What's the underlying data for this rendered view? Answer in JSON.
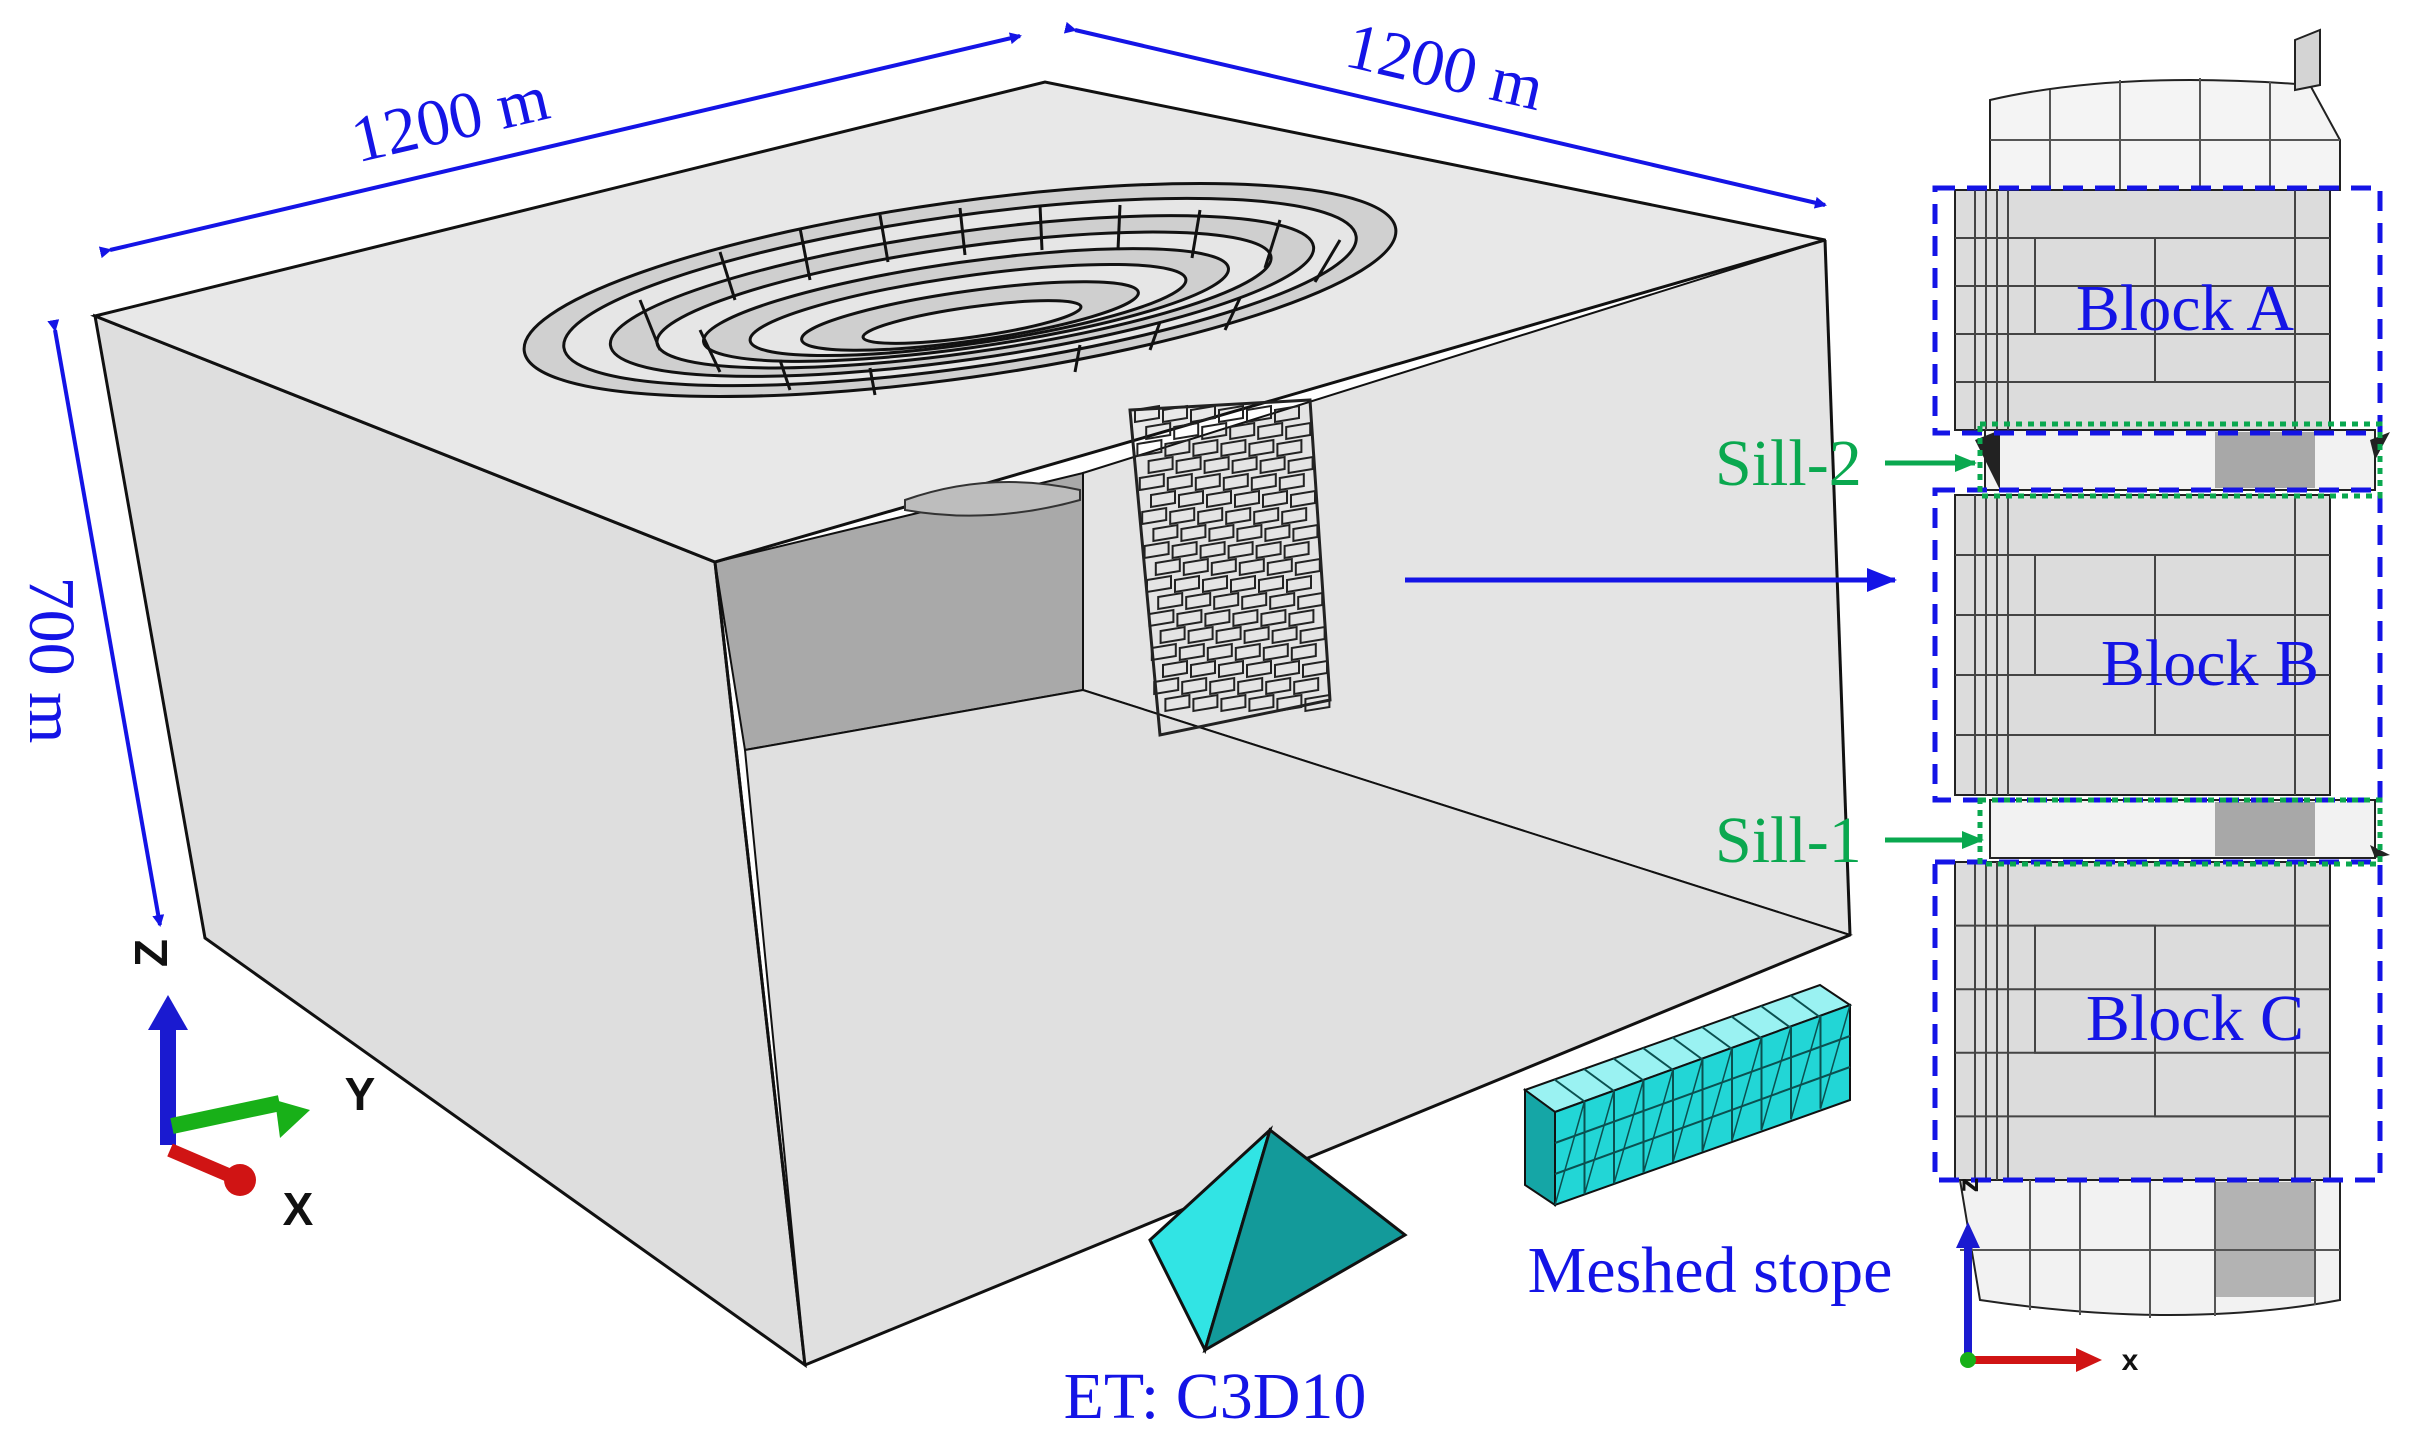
{
  "dimensions": {
    "width_top_left": "1200 m",
    "width_top_right": "1200 m",
    "height_left": "700 m"
  },
  "main_axes": {
    "z": "Z",
    "y": "Y",
    "x": "X"
  },
  "element": {
    "type_label": "ET: C3D10",
    "stope_label": "Meshed stope"
  },
  "stope_column": {
    "blocks": [
      "Block A",
      "Block B",
      "Block C"
    ],
    "sills": [
      "Sill-2",
      "Sill-1"
    ],
    "axes": {
      "z": "z",
      "x": "x"
    }
  },
  "colors": {
    "dimension_blue": "#1414e6",
    "sill_green": "#0aa84f",
    "mesh_cyan": "#22d6d6",
    "model_grey": "#e2e2e2"
  }
}
